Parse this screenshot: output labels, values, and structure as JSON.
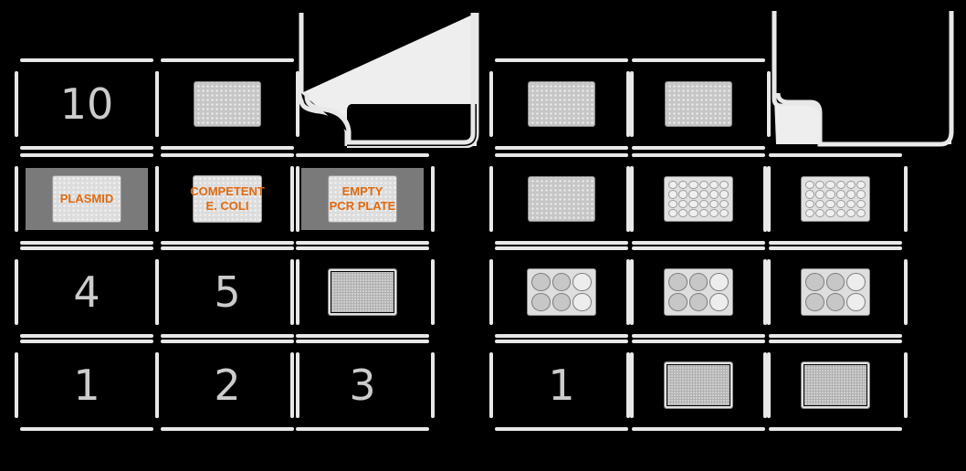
{
  "deck": {
    "slots": {
      "s10": {
        "label": "10"
      },
      "s4": {
        "label": "4"
      },
      "s5": {
        "label": "5"
      },
      "s1": {
        "label": "1"
      },
      "s2": {
        "label": "2"
      },
      "s3": {
        "label": "3"
      },
      "r1": {
        "label": "1"
      }
    },
    "reagents": {
      "plasmid": {
        "label": "PLASMID"
      },
      "competent": {
        "label": "COMPETENT\nE. COLI"
      },
      "empty_pcr": {
        "label": "EMPTY\nPCR PLATE"
      }
    },
    "colors": {
      "background": "#000000",
      "slot_outline": "#e8e8e8",
      "reagent_text": "#e06a10"
    }
  }
}
